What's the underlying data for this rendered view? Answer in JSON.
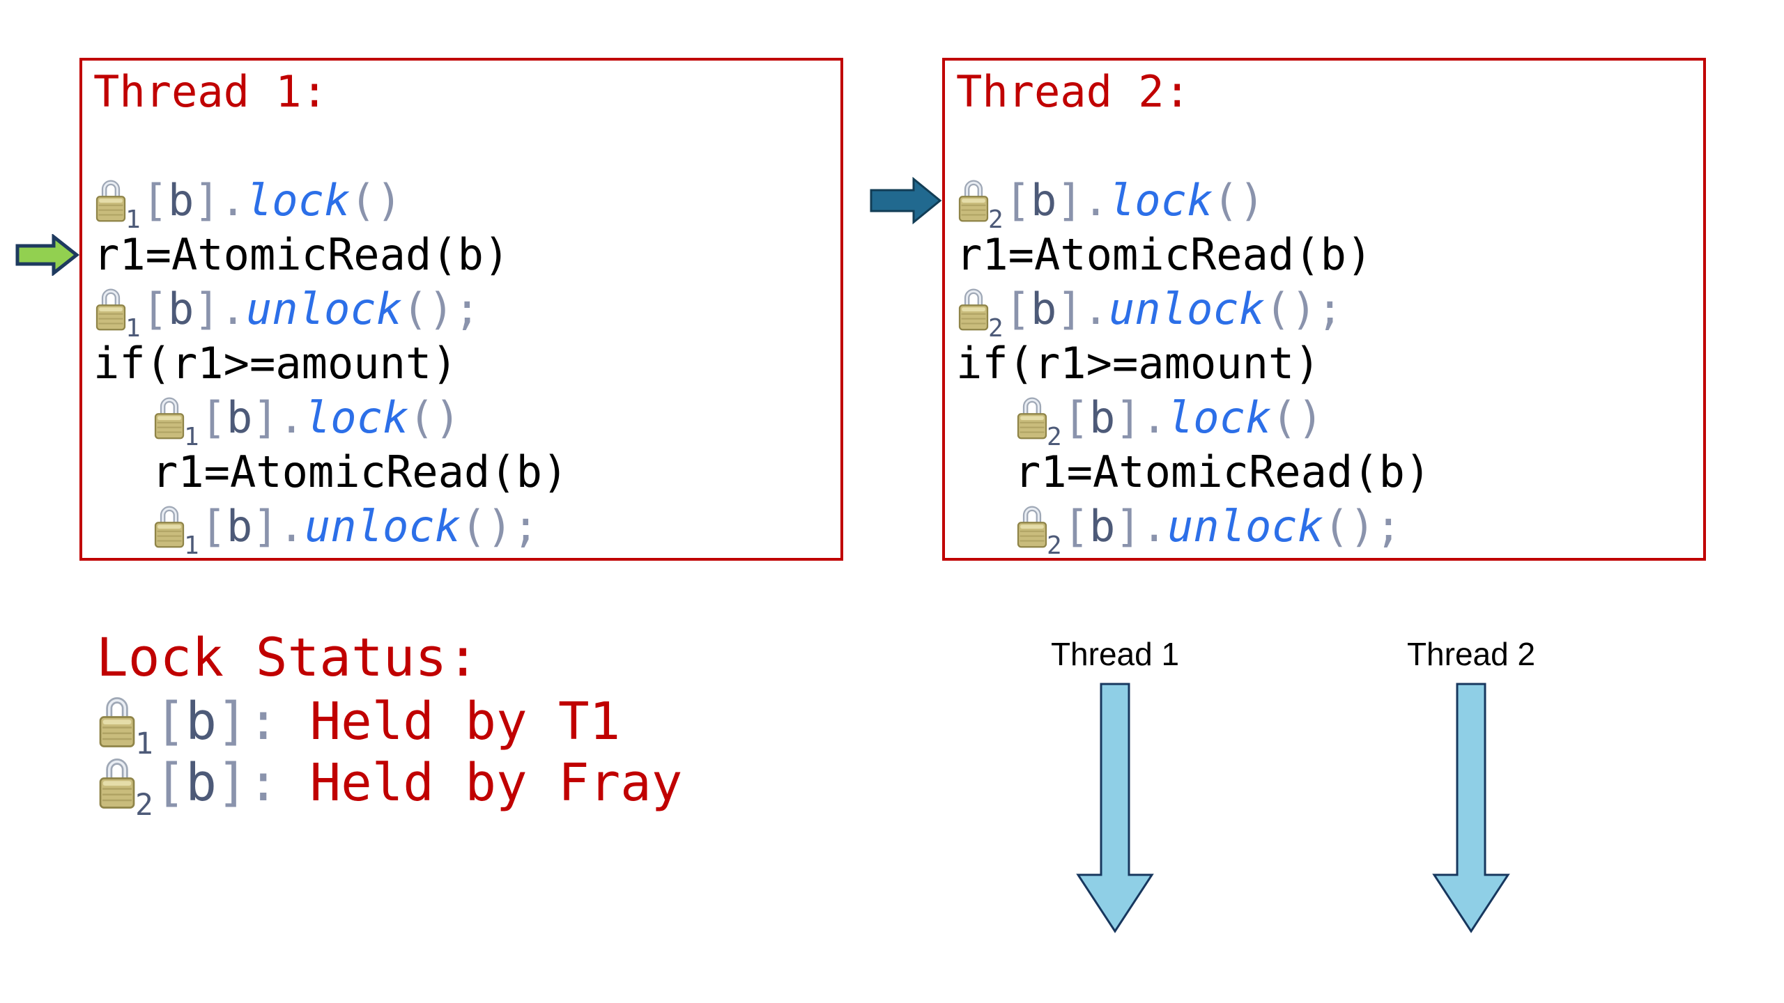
{
  "threads": [
    {
      "title": "Thread 1:",
      "lines": [
        {
          "indent": false,
          "segs": [
            {
              "c": "lock"
            },
            {
              "c": "sub",
              "t": "1"
            },
            {
              "c": "punc",
              "t": "["
            },
            {
              "c": "slate",
              "t": "b"
            },
            {
              "c": "punc",
              "t": "]."
            },
            {
              "c": "kw",
              "t": "lock"
            },
            {
              "c": "punc",
              "t": "()"
            }
          ]
        },
        {
          "indent": false,
          "segs": [
            {
              "c": "plain",
              "t": "r1=AtomicRead(b)"
            }
          ]
        },
        {
          "indent": false,
          "segs": [
            {
              "c": "lock"
            },
            {
              "c": "sub",
              "t": "1"
            },
            {
              "c": "punc",
              "t": "["
            },
            {
              "c": "slate",
              "t": "b"
            },
            {
              "c": "punc",
              "t": "]."
            },
            {
              "c": "kw",
              "t": "unlock"
            },
            {
              "c": "punc",
              "t": "();"
            }
          ]
        },
        {
          "indent": false,
          "segs": [
            {
              "c": "plain",
              "t": "if(r1>=amount)"
            }
          ]
        },
        {
          "indent": true,
          "segs": [
            {
              "c": "lock"
            },
            {
              "c": "sub",
              "t": "1"
            },
            {
              "c": "punc",
              "t": "["
            },
            {
              "c": "slate",
              "t": "b"
            },
            {
              "c": "punc",
              "t": "]."
            },
            {
              "c": "kw",
              "t": "lock"
            },
            {
              "c": "punc",
              "t": "()"
            }
          ]
        },
        {
          "indent": true,
          "segs": [
            {
              "c": "plain",
              "t": "r1=AtomicRead(b)"
            }
          ]
        },
        {
          "indent": true,
          "segs": [
            {
              "c": "lock"
            },
            {
              "c": "sub",
              "t": "1"
            },
            {
              "c": "punc",
              "t": "["
            },
            {
              "c": "slate",
              "t": "b"
            },
            {
              "c": "punc",
              "t": "]."
            },
            {
              "c": "kw",
              "t": "unlock"
            },
            {
              "c": "punc",
              "t": "();"
            }
          ]
        }
      ]
    },
    {
      "title": "Thread 2:",
      "lines": [
        {
          "indent": false,
          "segs": [
            {
              "c": "lock"
            },
            {
              "c": "sub",
              "t": "2"
            },
            {
              "c": "punc",
              "t": "["
            },
            {
              "c": "slate",
              "t": "b"
            },
            {
              "c": "punc",
              "t": "]."
            },
            {
              "c": "kw",
              "t": "lock"
            },
            {
              "c": "punc",
              "t": "()"
            }
          ]
        },
        {
          "indent": false,
          "segs": [
            {
              "c": "plain",
              "t": "r1=AtomicRead(b)"
            }
          ]
        },
        {
          "indent": false,
          "segs": [
            {
              "c": "lock"
            },
            {
              "c": "sub",
              "t": "2"
            },
            {
              "c": "punc",
              "t": "["
            },
            {
              "c": "slate",
              "t": "b"
            },
            {
              "c": "punc",
              "t": "]."
            },
            {
              "c": "kw",
              "t": "unlock"
            },
            {
              "c": "punc",
              "t": "();"
            }
          ]
        },
        {
          "indent": false,
          "segs": [
            {
              "c": "plain",
              "t": "if(r1>=amount)"
            }
          ]
        },
        {
          "indent": true,
          "segs": [
            {
              "c": "lock"
            },
            {
              "c": "sub",
              "t": "2"
            },
            {
              "c": "punc",
              "t": "["
            },
            {
              "c": "slate",
              "t": "b"
            },
            {
              "c": "punc",
              "t": "]."
            },
            {
              "c": "kw",
              "t": "lock"
            },
            {
              "c": "punc",
              "t": "()"
            }
          ]
        },
        {
          "indent": true,
          "segs": [
            {
              "c": "plain",
              "t": "r1=AtomicRead(b)"
            }
          ]
        },
        {
          "indent": true,
          "segs": [
            {
              "c": "lock"
            },
            {
              "c": "sub",
              "t": "2"
            },
            {
              "c": "punc",
              "t": "["
            },
            {
              "c": "slate",
              "t": "b"
            },
            {
              "c": "punc",
              "t": "]."
            },
            {
              "c": "kw",
              "t": "unlock"
            },
            {
              "c": "punc",
              "t": "();"
            }
          ]
        }
      ]
    }
  ],
  "lock_status": {
    "title": "Lock Status:",
    "rows": [
      {
        "segs": [
          {
            "c": "lock"
          },
          {
            "c": "sub",
            "t": "1"
          },
          {
            "c": "punc",
            "t": "["
          },
          {
            "c": "slate",
            "t": "b"
          },
          {
            "c": "punc",
            "t": "]:"
          },
          {
            "c": "red",
            "t": " Held by T1"
          }
        ]
      },
      {
        "segs": [
          {
            "c": "lock"
          },
          {
            "c": "sub",
            "t": "2"
          },
          {
            "c": "punc",
            "t": "["
          },
          {
            "c": "slate",
            "t": "b"
          },
          {
            "c": "punc",
            "t": "]:"
          },
          {
            "c": "red",
            "t": " Held by Fray"
          }
        ]
      }
    ]
  },
  "timeline": {
    "labels": [
      "Thread 1",
      "Thread 2"
    ]
  },
  "colors": {
    "border_red": "#C00000",
    "title_red": "#C00000",
    "keyword_blue": "#2C6FE8",
    "punct_gray": "#8A93AC",
    "slate_gray": "#4D5A78",
    "green_arrow_fill": "#92D050",
    "green_arrow_outline": "#1E3A5F",
    "teal_arrow_fill": "#21698F",
    "timeline_arrow_fill": "#8FCFE6",
    "timeline_arrow_outline": "#17375E",
    "lock_body_gold": "#C9BC7C",
    "lock_shackle_silver": "#9FA8B6"
  }
}
